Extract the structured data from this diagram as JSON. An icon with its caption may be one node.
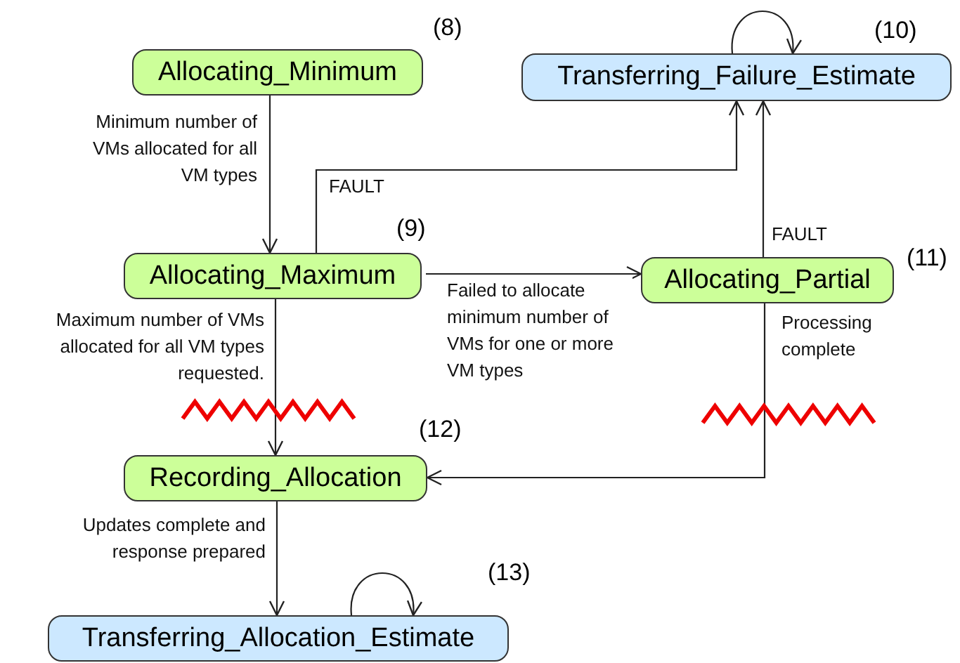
{
  "diagram": {
    "nodes": [
      {
        "text": [
          "Allocating_Minimum"
        ],
        "beside": [
          "(8)"
        ]
      },
      {
        "text": [
          "Transferring_Failure_Estimate"
        ],
        "beside": [
          "(10)"
        ]
      },
      {
        "text": [
          "Allocating_Maximum"
        ],
        "beside": [
          "(9)"
        ]
      },
      {
        "text": [
          "Allocating_Partial"
        ],
        "beside": [
          "(11)"
        ]
      },
      {
        "text": [
          "Recording_Allocation"
        ],
        "beside": [
          "(12)"
        ]
      },
      {
        "text": [
          "Transferring_Allocation_Estimate"
        ],
        "beside": [
          "(13)"
        ]
      }
    ],
    "edges": [
      {
        "from": 0,
        "to": 2,
        "arrow": "to",
        "label": "Minimum number of VMs allocated for all VM types"
      },
      {
        "from": 2,
        "to": 1,
        "arrow": "to",
        "label": "FAULT"
      },
      {
        "from": 2,
        "to": 3,
        "arrow": "to",
        "label": "Failed to allocate minimum number of VMs for one or more VM types"
      },
      {
        "from": 3,
        "to": 1,
        "arrow": "to",
        "label": "FAULT"
      },
      {
        "from": 2,
        "to": 4,
        "arrow": "to",
        "label": "Maximum number of VMs allocated for all VM types requested."
      },
      {
        "from": 3,
        "to": 4,
        "arrow": "to",
        "label": "Processing complete"
      },
      {
        "from": 4,
        "to": 5,
        "arrow": "to",
        "label": "Updates complete and response prepared"
      },
      {
        "from": 1,
        "to": 1,
        "arrow": "to"
      },
      {
        "from": 5,
        "to": 5,
        "arrow": "to"
      }
    ]
  }
}
